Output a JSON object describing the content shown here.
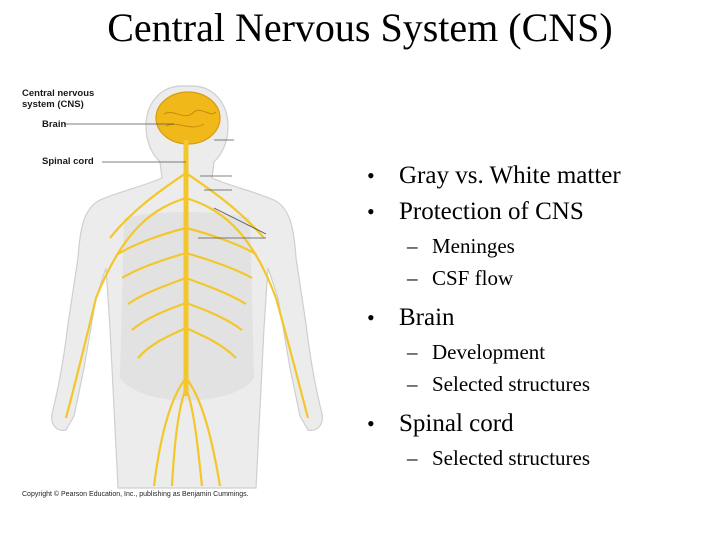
{
  "slide": {
    "title": "Central Nervous System (CNS)"
  },
  "figure": {
    "labels": {
      "cns": "Central nervous\nsystem (CNS)",
      "brain": "Brain",
      "spinal_cord": "Spinal cord"
    },
    "copyright": "Copyright © Pearson Education, Inc., publishing as Benjamin Cummings.",
    "colors": {
      "nerves": "#f3c72b",
      "body": "#e6e6e6",
      "brain": "#f0b919"
    }
  },
  "bullets": [
    {
      "text": "Gray vs. White matter",
      "sub": []
    },
    {
      "text": "Protection of CNS",
      "sub": [
        "Meninges",
        "CSF flow"
      ]
    },
    {
      "text": "Brain",
      "sub": [
        "Development",
        "Selected structures"
      ]
    },
    {
      "text": "Spinal cord",
      "sub": [
        "Selected structures"
      ]
    }
  ],
  "markers": {
    "level1": "•",
    "level2": "–"
  }
}
